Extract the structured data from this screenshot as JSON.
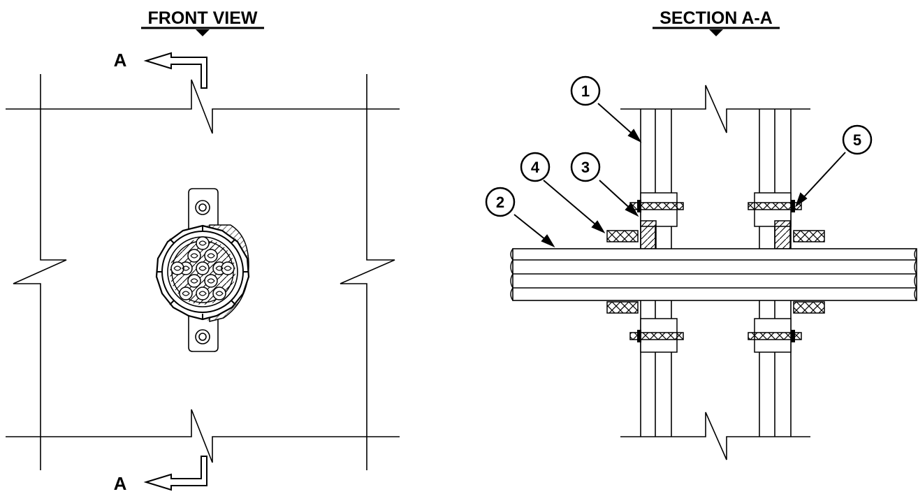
{
  "front_view": {
    "title": "FRONT VIEW",
    "section_marker_top": "A",
    "section_marker_bottom": "A"
  },
  "section_view": {
    "title": "SECTION A-A"
  },
  "callouts": [
    {
      "label": "1"
    },
    {
      "label": "2"
    },
    {
      "label": "3"
    },
    {
      "label": "4"
    },
    {
      "label": "5"
    }
  ],
  "colors": {
    "line": "#000000",
    "background": "#ffffff"
  }
}
